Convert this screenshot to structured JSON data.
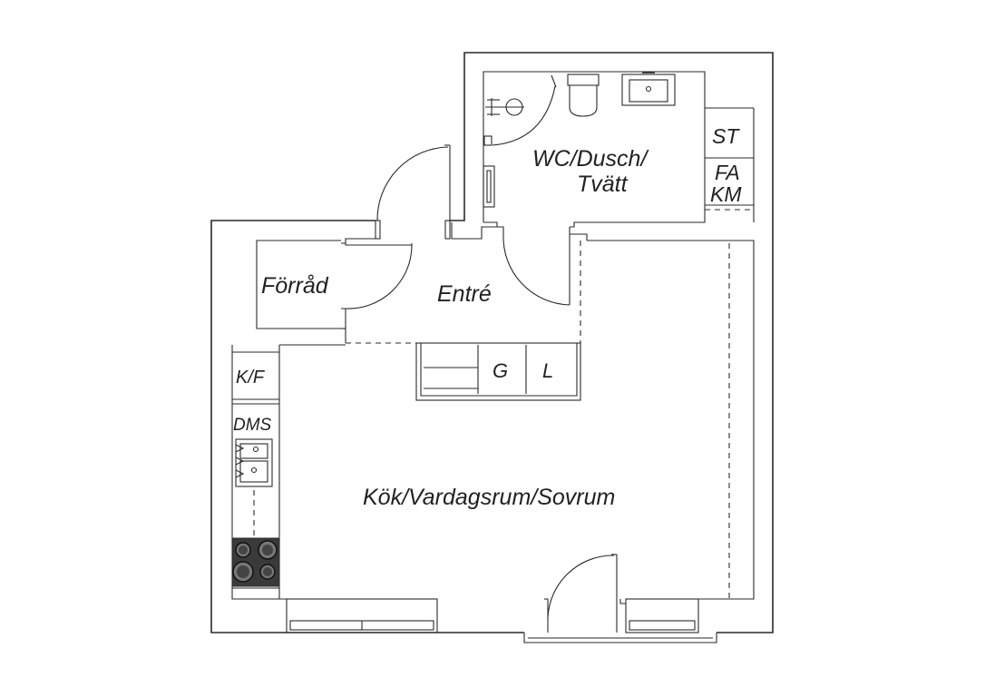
{
  "rooms": {
    "wc": [
      "WC/Dusch/",
      "Tvätt"
    ],
    "entre": "Entré",
    "forrad": "Förråd",
    "living": "Kök/Vardagsrum/Sovrum"
  },
  "fixtures": {
    "st": "ST",
    "fa": "FA",
    "km": "KM",
    "g": "G",
    "l": "L",
    "kf": "K/F",
    "dms": "DMS"
  },
  "colors": {
    "line": "#2a2a2a",
    "text": "#222222",
    "stove": "#3a3a3a",
    "background": "#ffffff"
  }
}
